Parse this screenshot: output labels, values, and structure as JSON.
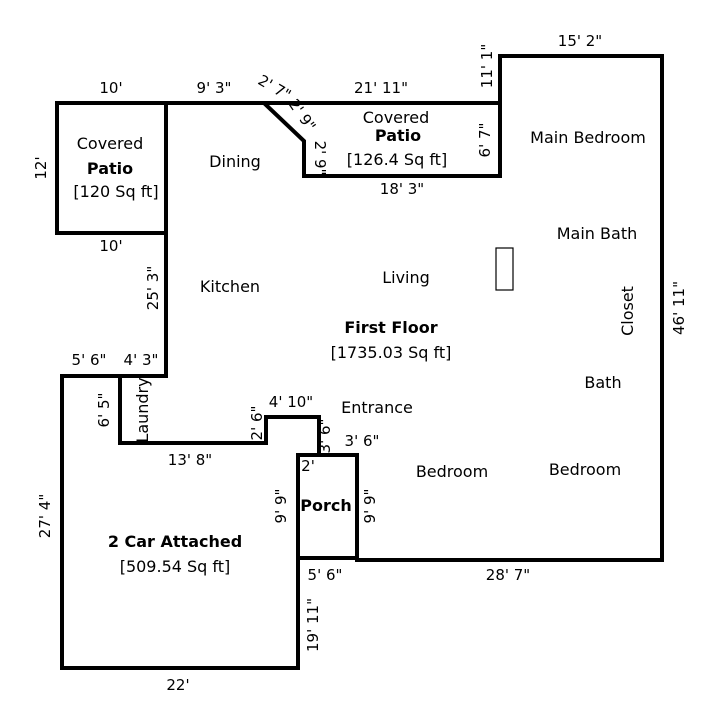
{
  "floor": {
    "name": "First Floor",
    "area": "[1735.03 Sq ft]",
    "rooms": {
      "main_bedroom": "Main Bedroom",
      "main_bath": "Main Bath",
      "closet": "Closet",
      "bath": "Bath",
      "dining": "Dining",
      "kitchen": "Kitchen",
      "living": "Living",
      "entrance": "Entrance",
      "bedroom_1": "Bedroom",
      "bedroom_2": "Bedroom",
      "laundry": "Laundry"
    }
  },
  "patio_left": {
    "line1": "Covered",
    "line2": "Patio",
    "area": "[120 Sq ft]"
  },
  "patio_top": {
    "line1": "Covered",
    "line2": "Patio",
    "area": "[126.4 Sq ft]"
  },
  "garage": {
    "name": "2 Car Attached",
    "area": "[509.54 Sq ft]"
  },
  "porch": {
    "name": "Porch"
  },
  "dimensions": {
    "d_15_2": "15' 2\"",
    "d_11_1": "11' 1\"",
    "d_21_11": "21' 11\"",
    "d_9_3": "9' 3\"",
    "d_10_top": "10'",
    "d_2_7": "2' 7\"",
    "d_2_9a": "2' 9\"",
    "d_2_9b": "2' 9\"",
    "d_6_7": "6' 7\"",
    "d_18_3": "18' 3\"",
    "d_12": "12'",
    "d_10_bottom": "10'",
    "d_25_3": "25' 3\"",
    "d_46_11": "46' 11\"",
    "d_5_6_top": "5' 6\"",
    "d_4_3": "4' 3\"",
    "d_6_5": "6' 5\"",
    "d_13_8": "13' 8\"",
    "d_2_6": "2' 6\"",
    "d_4_10": "4' 10\"",
    "d_3_6_vert": "3' 6\"",
    "d_3_6_horiz": "3' 6\"",
    "d_2": "2'",
    "d_9_9_left": "9' 9\"",
    "d_9_9_right": "9' 9\"",
    "d_27_4": "27' 4\"",
    "d_5_6_bottom": "5' 6\"",
    "d_28_7": "28' 7\"",
    "d_19_11": "19' 11\"",
    "d_22": "22'"
  }
}
